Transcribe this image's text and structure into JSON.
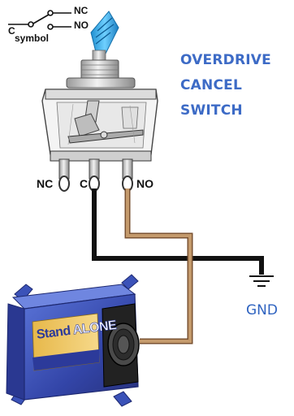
{
  "title": {
    "line1": "OVERDRIVE",
    "line2": "CANCEL",
    "line3": "SWITCH"
  },
  "symbol": {
    "label": "symbol",
    "common": "C",
    "nc": "NC",
    "no": "NO"
  },
  "terminals": {
    "nc": "NC",
    "c": "C",
    "no": "NO"
  },
  "ground_label": "GND",
  "controller": {
    "brand_part1": "Stand",
    "brand_part2": "ALONE"
  },
  "colors": {
    "title_blue": "#3d6bc6",
    "ground_wire": "#111111",
    "signal_wire": "#b98a5e",
    "controller_blue": "#3b52b8",
    "lever_cap": "#29a9e6"
  }
}
